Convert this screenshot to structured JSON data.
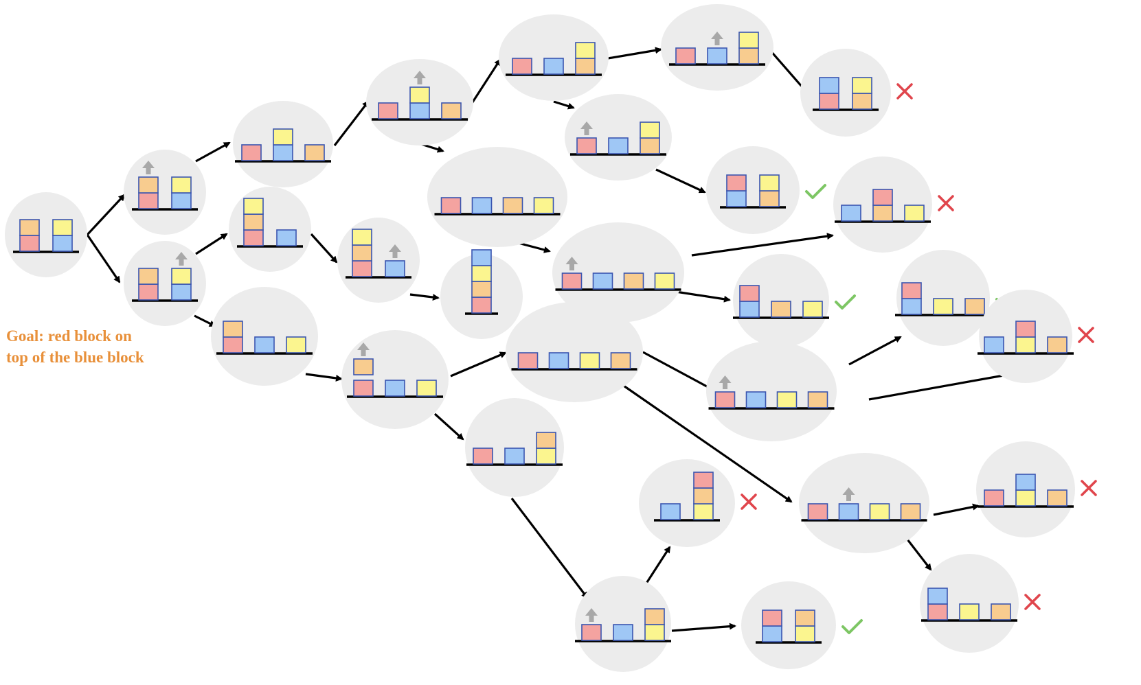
{
  "goal": {
    "line1": "Goal: red block on",
    "line2": "top of the blue block"
  },
  "colors": {
    "node_fill": "#ececec",
    "red": "#f4a3a0",
    "blue": "#9fc7f5",
    "orange": "#f8cc8f",
    "yellow": "#fbf58f",
    "block_stroke": "#3a55b0",
    "lift_arrow": "#a8a8a8",
    "edge": "#000000",
    "check": "#7dc664",
    "cross": "#e0454c"
  },
  "legend": {
    "icons": {
      "check": "check-icon",
      "cross": "cross-icon",
      "lift": "lift-arrow-icon"
    }
  },
  "states": [
    {
      "id": "s0",
      "stacks": [
        [
          "red",
          "orange"
        ],
        [
          "blue",
          "yellow"
        ]
      ]
    },
    {
      "id": "s1",
      "stacks": [
        [
          "red",
          "orange"
        ],
        [
          "blue",
          "yellow"
        ]
      ],
      "lift": 0
    },
    {
      "id": "s2",
      "stacks": [
        [
          "red",
          "orange"
        ],
        [
          "blue",
          "yellow"
        ]
      ],
      "lift": 1
    },
    {
      "id": "s3",
      "stacks": [
        [
          "red"
        ],
        [
          "blue",
          "yellow"
        ],
        [
          "orange"
        ]
      ]
    },
    {
      "id": "s4",
      "stacks": [
        [
          "red",
          "orange",
          "yellow"
        ],
        [
          "blue"
        ]
      ]
    },
    {
      "id": "s5",
      "stacks": [
        [
          "red",
          "orange"
        ],
        [
          "blue"
        ],
        [
          "yellow"
        ]
      ]
    },
    {
      "id": "s6",
      "stacks": [
        [
          "red"
        ],
        [
          "blue",
          "yellow"
        ],
        [
          "orange"
        ]
      ],
      "lift": 1
    },
    {
      "id": "s7",
      "stacks": [
        [
          "red",
          "orange",
          "yellow"
        ],
        [
          "blue"
        ]
      ],
      "lift": 1
    },
    {
      "id": "s8",
      "stacks": [
        [
          "red"
        ],
        [
          "blue"
        ],
        [
          "yellow"
        ]
      ],
      "held": "orange"
    },
    {
      "id": "s9",
      "stacks": [
        [
          "red"
        ],
        [
          "blue"
        ],
        [
          "orange",
          "yellow"
        ]
      ]
    },
    {
      "id": "s10",
      "stacks": [
        [
          "red"
        ],
        [
          "blue"
        ],
        [
          "orange"
        ],
        [
          "yellow"
        ]
      ]
    },
    {
      "id": "s11",
      "stacks": [
        [
          "red",
          "orange",
          "yellow",
          "blue"
        ]
      ]
    },
    {
      "id": "s12",
      "stacks": [
        [
          "red"
        ],
        [
          "blue"
        ],
        [
          "yellow"
        ],
        [
          "orange"
        ]
      ]
    },
    {
      "id": "s13",
      "stacks": [
        [
          "red"
        ],
        [
          "blue"
        ],
        [
          "yellow",
          "orange"
        ]
      ]
    },
    {
      "id": "s14",
      "stacks": [
        [
          "red"
        ],
        [
          "blue"
        ],
        [
          "orange",
          "yellow"
        ]
      ],
      "lift": 1
    },
    {
      "id": "s15",
      "stacks": [
        [
          "red"
        ],
        [
          "blue"
        ],
        [
          "orange",
          "yellow"
        ]
      ],
      "lift": 0
    },
    {
      "id": "s16",
      "stacks": [
        [
          "red"
        ],
        [
          "blue"
        ],
        [
          "orange"
        ],
        [
          "yellow"
        ]
      ],
      "lift": 0
    },
    {
      "id": "s17",
      "stacks": [
        [
          "red"
        ],
        [
          "blue"
        ],
        [
          "yellow"
        ],
        [
          "orange"
        ]
      ],
      "lift": 0
    },
    {
      "id": "s18",
      "stacks": [
        [
          "red"
        ],
        [
          "blue"
        ],
        [
          "yellow"
        ],
        [
          "orange"
        ]
      ],
      "lift": 1
    },
    {
      "id": "s19",
      "stacks": [
        [
          "red"
        ],
        [
          "blue"
        ],
        [
          "yellow",
          "orange"
        ]
      ],
      "lift": 0
    },
    {
      "id": "s20",
      "stacks": [
        [
          "red",
          "blue"
        ],
        [
          "orange",
          "yellow"
        ]
      ],
      "mark": "cross"
    },
    {
      "id": "s21",
      "stacks": [
        [
          "blue",
          "red"
        ],
        [
          "orange",
          "yellow"
        ]
      ],
      "mark": "check"
    },
    {
      "id": "s22",
      "stacks": [
        [
          "blue"
        ],
        [
          "orange",
          "red"
        ],
        [
          "yellow"
        ]
      ],
      "mark": "cross"
    },
    {
      "id": "s23",
      "stacks": [
        [
          "blue",
          "red"
        ],
        [
          "orange"
        ],
        [
          "yellow"
        ]
      ],
      "mark": "check"
    },
    {
      "id": "s24",
      "stacks": [
        [
          "blue",
          "red"
        ],
        [
          "yellow"
        ],
        [
          "orange"
        ]
      ],
      "mark": "check"
    },
    {
      "id": "s25",
      "stacks": [
        [
          "blue"
        ],
        [
          "yellow",
          "red"
        ],
        [
          "orange"
        ]
      ],
      "mark": "cross"
    },
    {
      "id": "s26",
      "stacks": [
        [
          "blue"
        ],
        [
          "yellow",
          "orange",
          "red"
        ]
      ],
      "mark": "cross"
    },
    {
      "id": "s27",
      "stacks": [
        [
          "red"
        ],
        [
          "yellow",
          "blue"
        ],
        [
          "orange"
        ]
      ],
      "mark": "cross"
    },
    {
      "id": "s28",
      "stacks": [
        [
          "red",
          "blue"
        ],
        [
          "yellow"
        ],
        [
          "orange"
        ]
      ],
      "mark": "cross"
    },
    {
      "id": "s29",
      "stacks": [
        [
          "blue",
          "red"
        ],
        [
          "yellow",
          "orange"
        ]
      ],
      "mark": "check"
    }
  ],
  "edges": [
    [
      "s0",
      "s1"
    ],
    [
      "s0",
      "s2"
    ],
    [
      "s1",
      "s3"
    ],
    [
      "s2",
      "s4"
    ],
    [
      "s2",
      "s5"
    ],
    [
      "s3",
      "s6"
    ],
    [
      "s4",
      "s7"
    ],
    [
      "s7",
      "s11"
    ],
    [
      "s5",
      "s8"
    ],
    [
      "s6",
      "s9"
    ],
    [
      "s6",
      "s10"
    ],
    [
      "s9",
      "s14"
    ],
    [
      "s9",
      "s15"
    ],
    [
      "s14",
      "s20"
    ],
    [
      "s15",
      "s21"
    ],
    [
      "s10",
      "s16"
    ],
    [
      "s16",
      "s22"
    ],
    [
      "s16",
      "s23"
    ],
    [
      "s8",
      "s12"
    ],
    [
      "s8",
      "s13"
    ],
    [
      "s12",
      "s17"
    ],
    [
      "s12",
      "s18"
    ],
    [
      "s17",
      "s24"
    ],
    [
      "s17",
      "s25"
    ],
    [
      "s18",
      "s27"
    ],
    [
      "s18",
      "s28"
    ],
    [
      "s13",
      "s19"
    ],
    [
      "s19",
      "s26"
    ],
    [
      "s19",
      "s29"
    ]
  ]
}
